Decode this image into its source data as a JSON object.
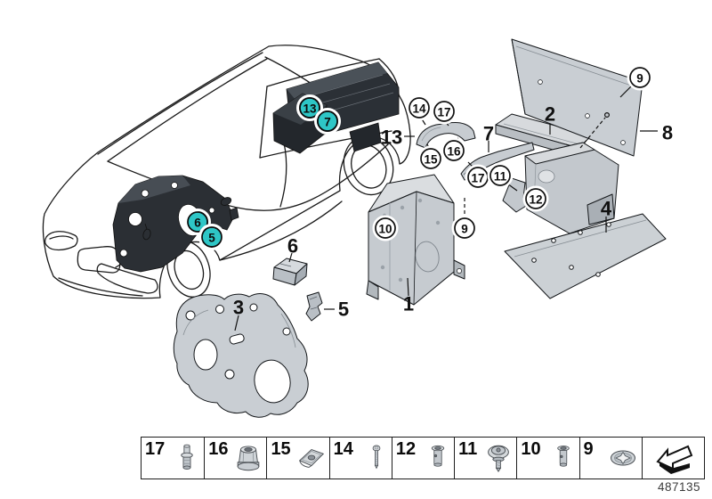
{
  "figure": {
    "type": "parts-diagram",
    "subject": "Sound insulation — exploded parts view with vehicle location view"
  },
  "colors": {
    "highlight_teal": "#2EC6C6",
    "outline": "#1a1a1a",
    "part_gray": "#c8cdd2",
    "dark_part": "#2b2f34"
  },
  "callouts": {
    "vehicle": {
      "t13": "13",
      "t7": "7",
      "t6": "6",
      "t5": "5"
    },
    "circled": {
      "c14": "14",
      "c17a": "17",
      "c15": "15",
      "c16": "16",
      "c17b": "17",
      "c11": "11",
      "c12": "12",
      "c9a": "9",
      "c9b": "9",
      "c10": "10"
    },
    "part_labels": {
      "p1": "1",
      "p2": "2",
      "p3": "3",
      "p4": "4",
      "p5": "5",
      "p6": "6",
      "p7": "7",
      "p8": "8",
      "p13": "13"
    }
  },
  "legend": {
    "items": [
      {
        "label": "17",
        "icon": "stud-rivet-icon"
      },
      {
        "label": "16",
        "icon": "collar-nut-icon"
      },
      {
        "label": "15",
        "icon": "speed-nut-icon"
      },
      {
        "label": "14",
        "icon": "screw-icon"
      },
      {
        "label": "12",
        "icon": "expansion-rivet-icon"
      },
      {
        "label": "11",
        "icon": "washer-screw-icon"
      },
      {
        "label": "10",
        "icon": "expansion-rivet-icon"
      },
      {
        "label": "9",
        "icon": "star-lock-washer-icon"
      },
      {
        "label": "",
        "icon": "back-arrow-icon"
      }
    ]
  },
  "footer": {
    "diagram_number": "487135"
  }
}
